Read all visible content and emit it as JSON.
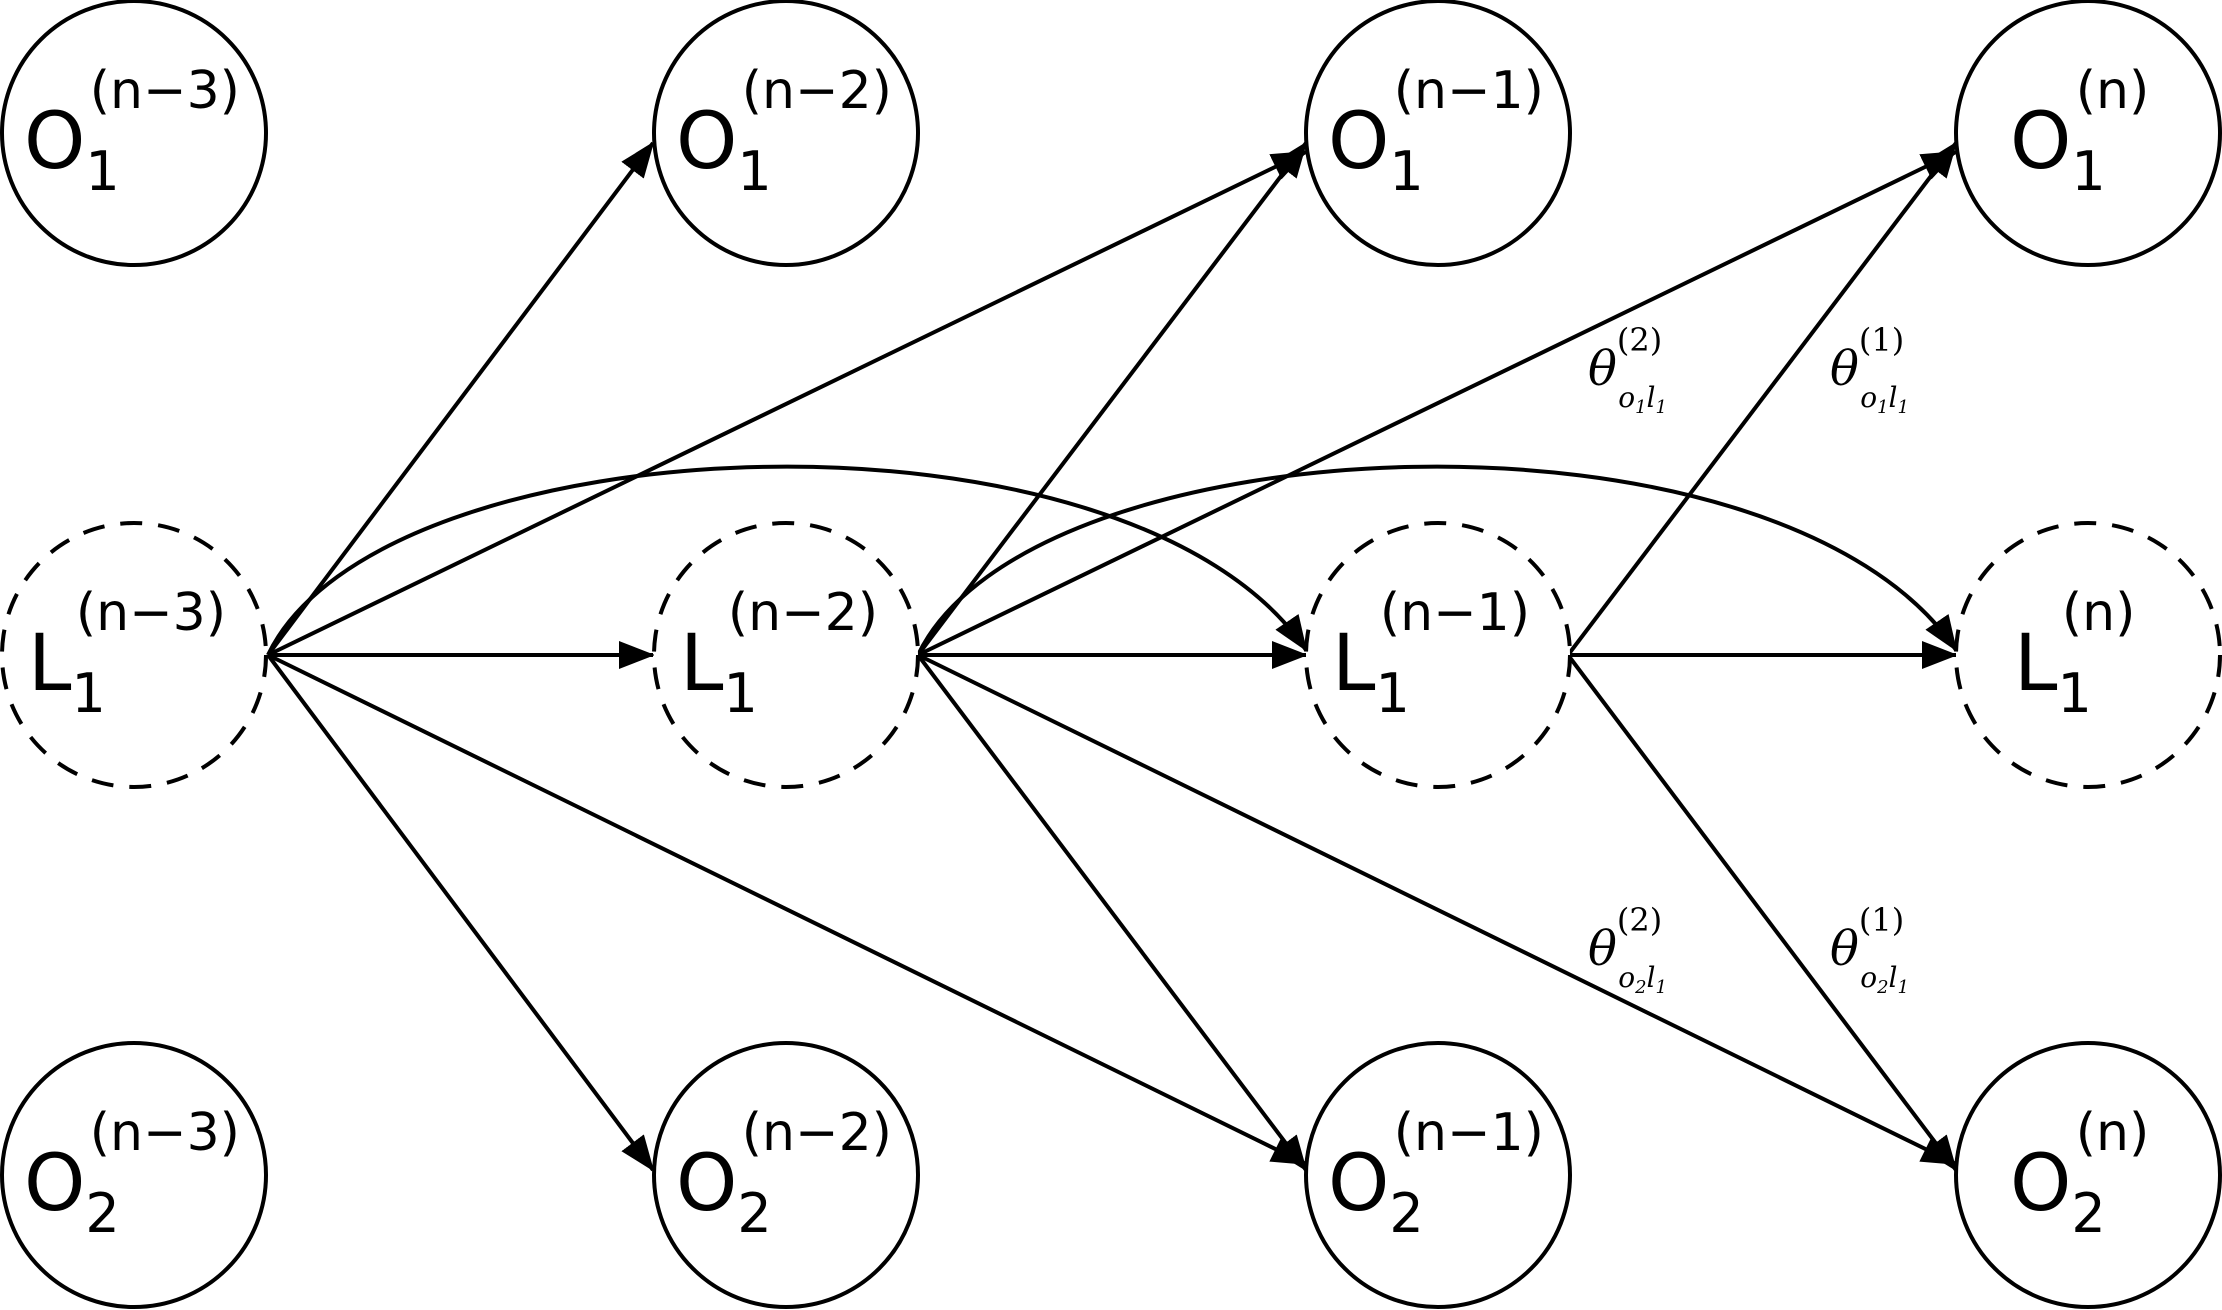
{
  "nodes": {
    "o1_n3": {
      "base": "O",
      "sub": "1",
      "sup": "(n−3)"
    },
    "o1_n2": {
      "base": "O",
      "sub": "1",
      "sup": "(n−2)"
    },
    "o1_n1": {
      "base": "O",
      "sub": "1",
      "sup": "(n−1)"
    },
    "o1_n": {
      "base": "O",
      "sub": "1",
      "sup": "(n)"
    },
    "l1_n3": {
      "base": "L",
      "sub": "1",
      "sup": "(n−3)"
    },
    "l1_n2": {
      "base": "L",
      "sub": "1",
      "sup": "(n−2)"
    },
    "l1_n1": {
      "base": "L",
      "sub": "1",
      "sup": "(n−1)"
    },
    "l1_n": {
      "base": "L",
      "sub": "1",
      "sup": "(n)"
    },
    "o2_n3": {
      "base": "O",
      "sub": "2",
      "sup": "(n−3)"
    },
    "o2_n2": {
      "base": "O",
      "sub": "2",
      "sup": "(n−2)"
    },
    "o2_n1": {
      "base": "O",
      "sub": "2",
      "sup": "(n−1)"
    },
    "o2_n": {
      "base": "O",
      "sub": "2",
      "sup": "(n)"
    }
  },
  "edge_labels": {
    "theta_o1l1_2": {
      "symbol": "θ",
      "sup": "(2)",
      "sub_a": "o",
      "sub_a_idx": "1",
      "sub_b": "l",
      "sub_b_idx": "1"
    },
    "theta_o1l1_1": {
      "symbol": "θ",
      "sup": "(1)",
      "sub_a": "o",
      "sub_a_idx": "1",
      "sub_b": "l",
      "sub_b_idx": "1"
    },
    "theta_o2l1_2": {
      "symbol": "θ",
      "sup": "(2)",
      "sub_a": "o",
      "sub_a_idx": "2",
      "sub_b": "l",
      "sub_b_idx": "1"
    },
    "theta_o2l1_1": {
      "symbol": "θ",
      "sup": "(1)",
      "sub_a": "o",
      "sub_a_idx": "2",
      "sub_b": "l",
      "sub_b_idx": "1"
    }
  },
  "colors": {
    "stroke": "#000000",
    "background": "#ffffff"
  }
}
